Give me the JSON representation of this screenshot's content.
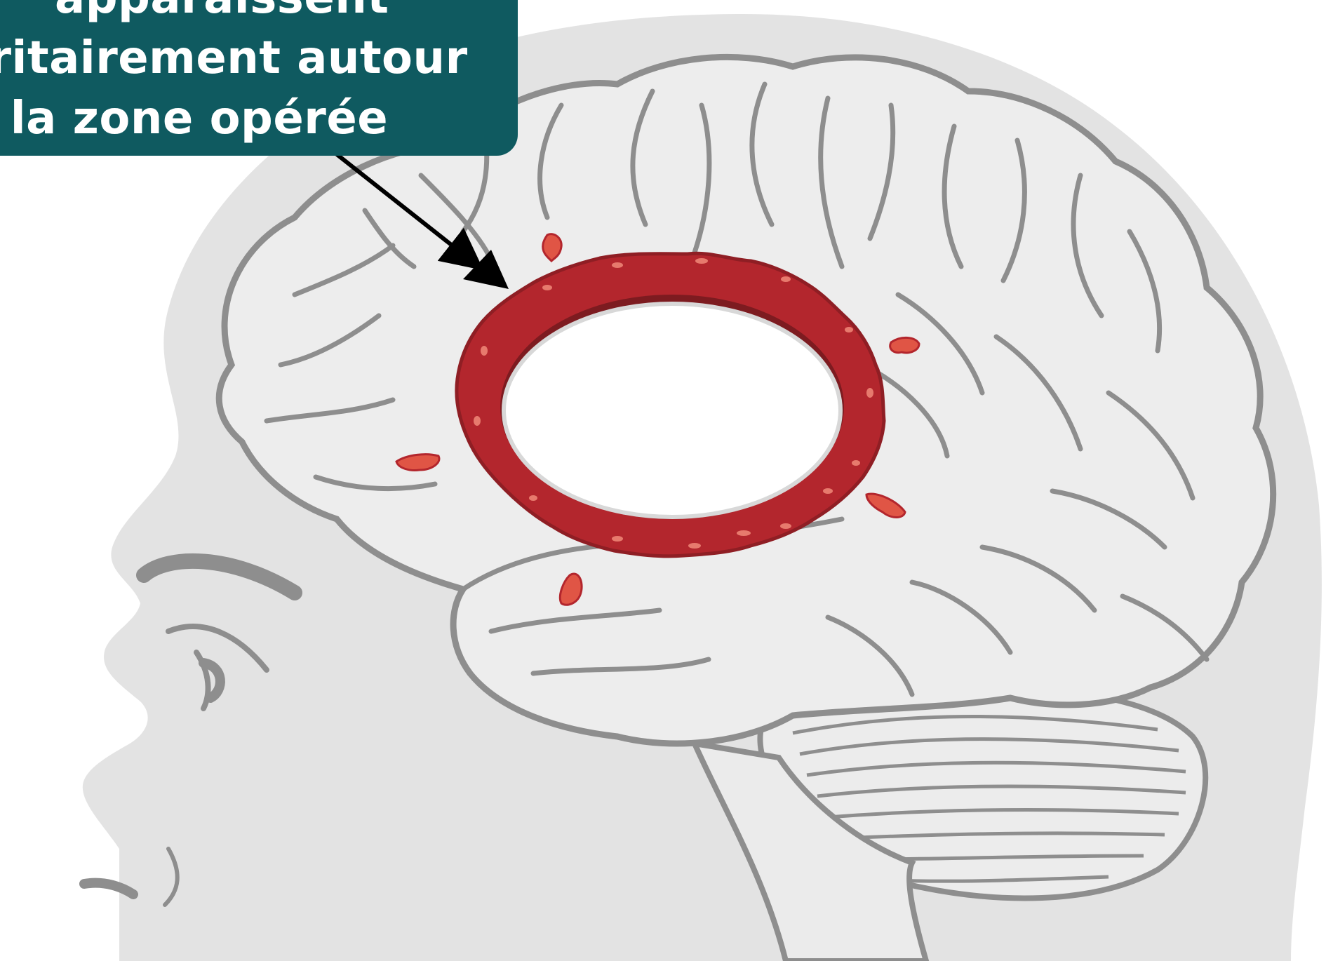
{
  "callout": {
    "lines": [
      "apparaissent",
      "oritairement autour",
      "e la zone opérée"
    ]
  },
  "colors": {
    "callout_bg": "#0f5a60",
    "callout_text": "#ffffff",
    "head_fill": "#e3e3e3",
    "brain_fill": "#ededed",
    "outline": "#8e8e8e",
    "lesion_red": "#b3262d",
    "lesion_dark": "#7d1b20",
    "lesion_spots": "#e77a6d",
    "arrow": "#000000"
  },
  "icons": {
    "head": "head-profile-icon",
    "brain": "brain-icon",
    "lesion": "lesion-ring-icon",
    "arrow": "pointer-arrow-icon"
  }
}
